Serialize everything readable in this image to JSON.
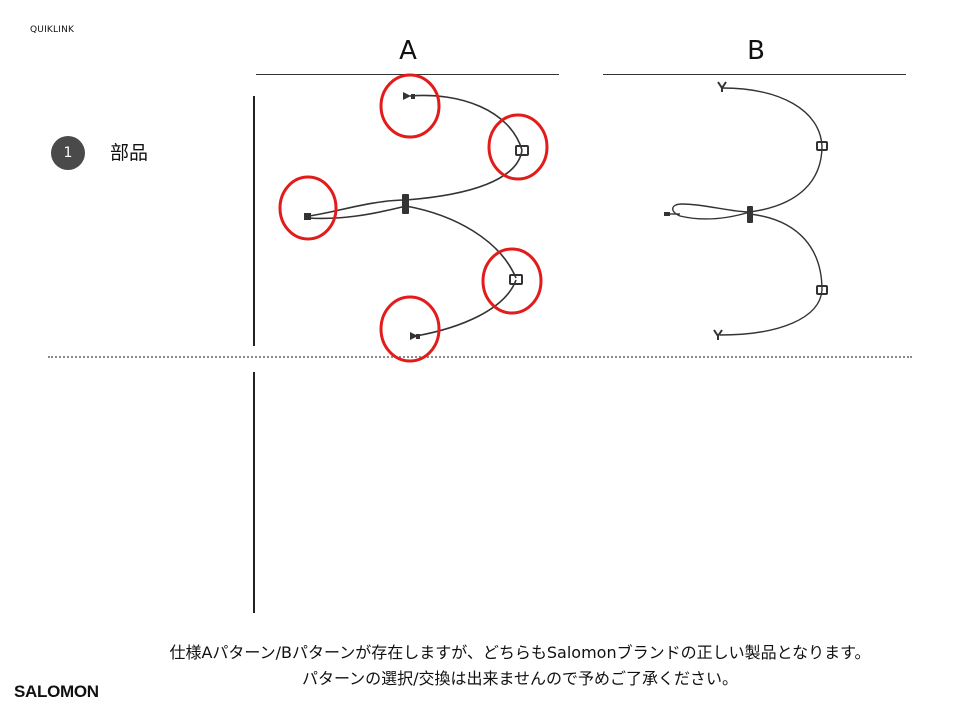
{
  "header": {
    "product_name": "QUIKLINK",
    "column_a": "A",
    "column_b": "B"
  },
  "step": {
    "number": "1",
    "label": "部品"
  },
  "note": {
    "line1": "仕様Aパターン/Bパターンが存在しますが、どちらもSalomonブランドの正しい製品となります。",
    "line2": "パターンの選択/交換は出来ませんので予めご了承ください。"
  },
  "footer": {
    "brand": "SALOMON"
  },
  "colors": {
    "highlight_circle": "#e21b1b",
    "cord": "#333333",
    "badge": "#4a4a4a"
  }
}
